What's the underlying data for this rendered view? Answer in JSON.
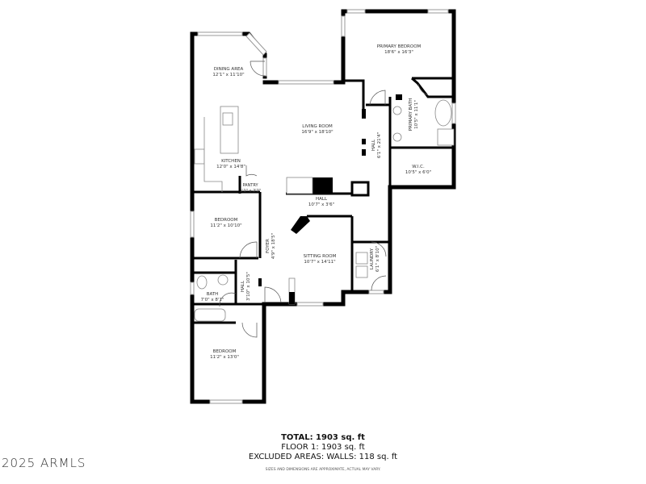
{
  "rooms": {
    "dining": {
      "name": "DINING AREA",
      "dims": "12'1\" x 11'10\""
    },
    "living": {
      "name": "LIVING ROOM",
      "dims": "16'9\" x 18'10\""
    },
    "kitchen": {
      "name": "KITCHEN",
      "dims": "12'0\" x 14'8\""
    },
    "pantry": {
      "name": "PANTRY",
      "dims": "1'1\" x 2'2\""
    },
    "primary_bedroom": {
      "name": "PRIMARY BEDROOM",
      "dims": "18'6\" x 16'3\""
    },
    "primary_bath": {
      "name": "PRIMARY BATH",
      "dims": "10'5\" x 11'1\""
    },
    "hall_east": {
      "name": "HALL",
      "dims": "6'1\" x 21'4\""
    },
    "wic": {
      "name": "W.I.C.",
      "dims": "10'5\" x 6'0\""
    },
    "hall_center": {
      "name": "HALL",
      "dims": "10'7\" x 3'6\""
    },
    "bedroom_1": {
      "name": "BEDROOM",
      "dims": "11'2\" x 10'10\""
    },
    "foyer": {
      "name": "FOYER",
      "dims": "4'9\" x 18'5\""
    },
    "sitting": {
      "name": "SITTING ROOM",
      "dims": "10'7\" x 14'11\""
    },
    "laundry": {
      "name": "LAUNDRY",
      "dims": "6'1\" x 8'10\""
    },
    "bath": {
      "name": "BATH",
      "dims": "7'0\" x 8'1\""
    },
    "hall_west": {
      "name": "HALL",
      "dims": "3'10\" x 10'5\""
    },
    "bedroom_2": {
      "name": "BEDROOM",
      "dims": "11'2\" x 13'0\""
    }
  },
  "summary": {
    "total": "TOTAL: 1903 sq. ft",
    "floor": "FLOOR 1: 1903 sq. ft",
    "excluded": "EXCLUDED AREAS: WALLS: 118 sq. ft",
    "disclaimer": "SIZES AND DIMENSIONS ARE APPROXIMATE, ACTUAL MAY VARY."
  },
  "watermark": "2025 ARMLS"
}
